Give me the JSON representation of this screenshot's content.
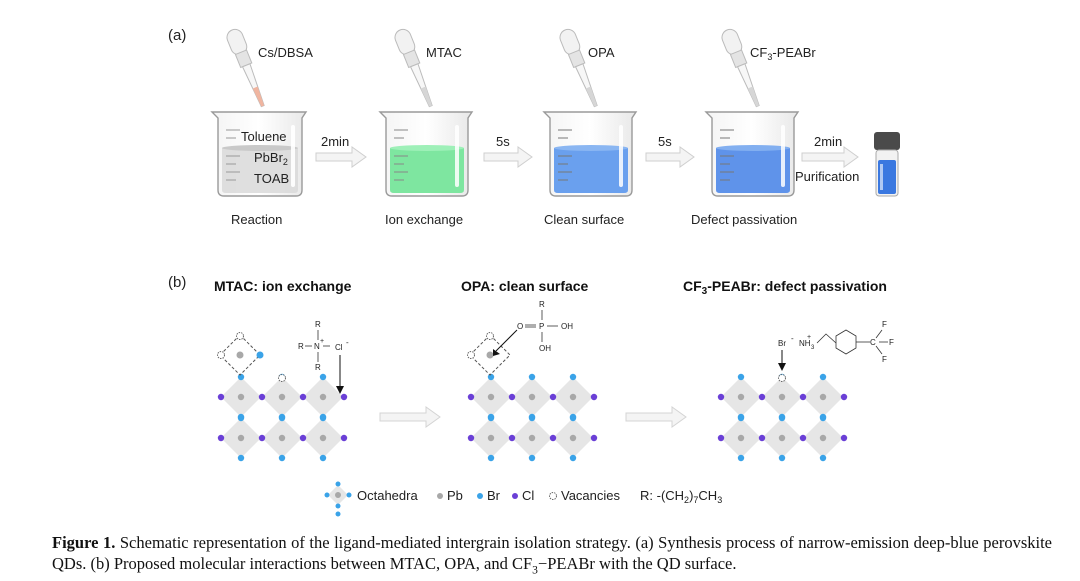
{
  "panel_a": {
    "label": "(a)",
    "pipettes": [
      "Cs/DBSA",
      "MTAC",
      "OPA",
      "CF3-PEABr"
    ],
    "beaker1_lines": [
      "Toluene",
      "PbBr2",
      "TOAB"
    ],
    "steps": [
      "Reaction",
      "Ion exchange",
      "Clean surface",
      "Defect passivation"
    ],
    "arrows": [
      "2min",
      "5s",
      "5s",
      "2min"
    ],
    "purification": "Purification",
    "colors": {
      "beaker1": "#d9d9d9",
      "beaker2": "#7ee6a0",
      "beaker3": "#6aa0ee",
      "beaker4": "#5f93ea",
      "vial": "#3a78e0",
      "pipette1_tip": "#f0b5a0"
    }
  },
  "panel_b": {
    "label": "(b)",
    "titles": [
      "MTAC: ion exchange",
      "OPA: clean surface",
      "CF3-PEABr: defect passivation"
    ],
    "mtac_molecule": {
      "r": "R",
      "n": "N",
      "plus": "+",
      "cl": "Cl",
      "minus": "-"
    },
    "opa_molecule": {
      "r": "R",
      "o": "O",
      "p": "P",
      "oh": "OH"
    },
    "peabr_molecule": {
      "br": "Br",
      "minus": "-",
      "nh": "NH",
      "sub3": "3",
      "plus": "+",
      "c": "C",
      "f": "F"
    },
    "colors": {
      "pb": "#a8a8a8",
      "br": "#3aa3e8",
      "cl": "#6a3fd6",
      "octahedron": "#e6e6e6"
    }
  },
  "legend": {
    "octahedra": "Octahedra",
    "pb": "Pb",
    "br": "Br",
    "cl": "Cl",
    "vacancies": "Vacancies",
    "r_def": "R: -(CH2)7CH3"
  },
  "caption": {
    "label": "Figure 1.",
    "text": "Schematic representation of the ligand-mediated intergrain isolation strategy. (a) Synthesis process of narrow-emission deep-blue perovskite QDs. (b) Proposed molecular interactions between MTAC, OPA, and CF3−PEABr with the QD surface."
  }
}
